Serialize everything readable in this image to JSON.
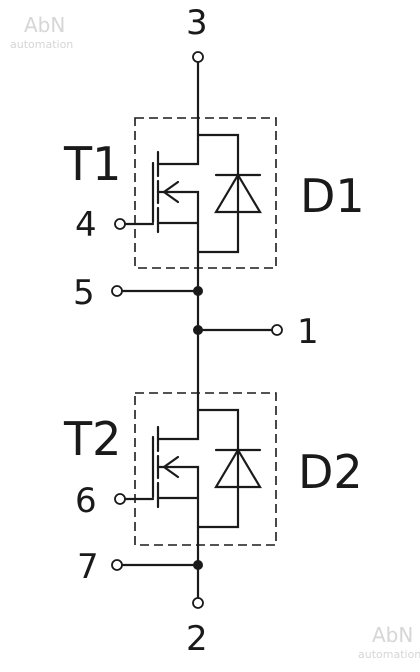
{
  "watermark": {
    "line1": "AbN",
    "line2": "automation"
  },
  "terminals": {
    "t1": "1",
    "t2": "2",
    "t3": "3",
    "t4": "4",
    "t5": "5",
    "t6": "6",
    "t7": "7"
  },
  "devices": {
    "transistor_top": "T1",
    "diode_top": "D1",
    "transistor_bottom": "T2",
    "diode_bottom": "D2"
  }
}
